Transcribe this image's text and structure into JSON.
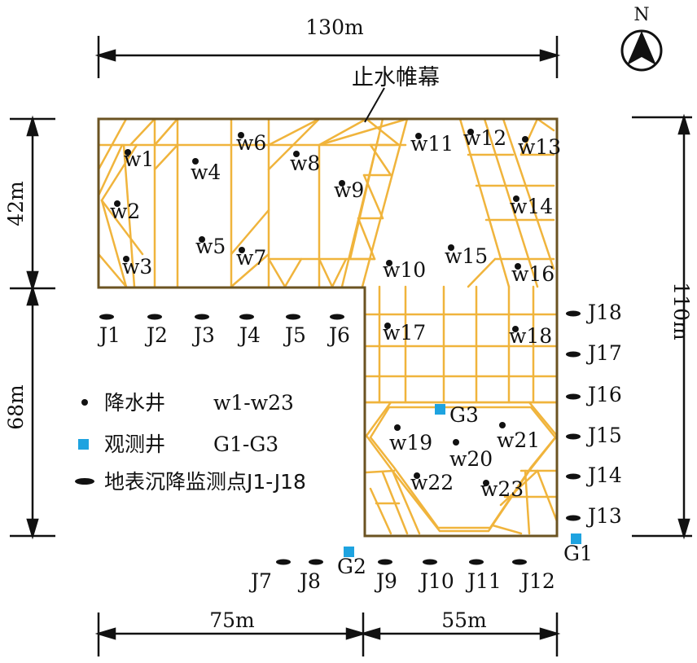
{
  "colors": {
    "boundary": "#6b5322",
    "bracing": "#f0b43c",
    "dimension": "#111111",
    "observation": "#1ea3e0",
    "well": "#111111"
  },
  "north": {
    "label": "N",
    "icon": "north-arrow-icon"
  },
  "curtain_label": "止水帷幕",
  "dimensions": {
    "top": "130m",
    "left_upper": "42m",
    "left_lower": "68m",
    "right": "110m",
    "bottom_left": "75m",
    "bottom_right": "55m"
  },
  "legend": {
    "wells_name": "降水井",
    "wells_range": "w1-w23",
    "obs_name": "观测井",
    "obs_range": "G1-G3",
    "settle_name": "地表沉降监测点J1-J18"
  },
  "wells": [
    "w1",
    "w2",
    "w3",
    "w4",
    "w5",
    "w6",
    "w7",
    "w8",
    "w9",
    "w10",
    "w11",
    "w12",
    "w13",
    "w14",
    "w15",
    "w16",
    "w17",
    "w18",
    "w19",
    "w20",
    "w21",
    "w22",
    "w23"
  ],
  "observation_wells": [
    "G1",
    "G2",
    "G3"
  ],
  "settlement_points": [
    "J1",
    "J2",
    "J3",
    "J4",
    "J5",
    "J6",
    "J7",
    "J8",
    "J9",
    "J10",
    "J11",
    "J12",
    "J13",
    "J14",
    "J15",
    "J16",
    "J17",
    "J18"
  ]
}
